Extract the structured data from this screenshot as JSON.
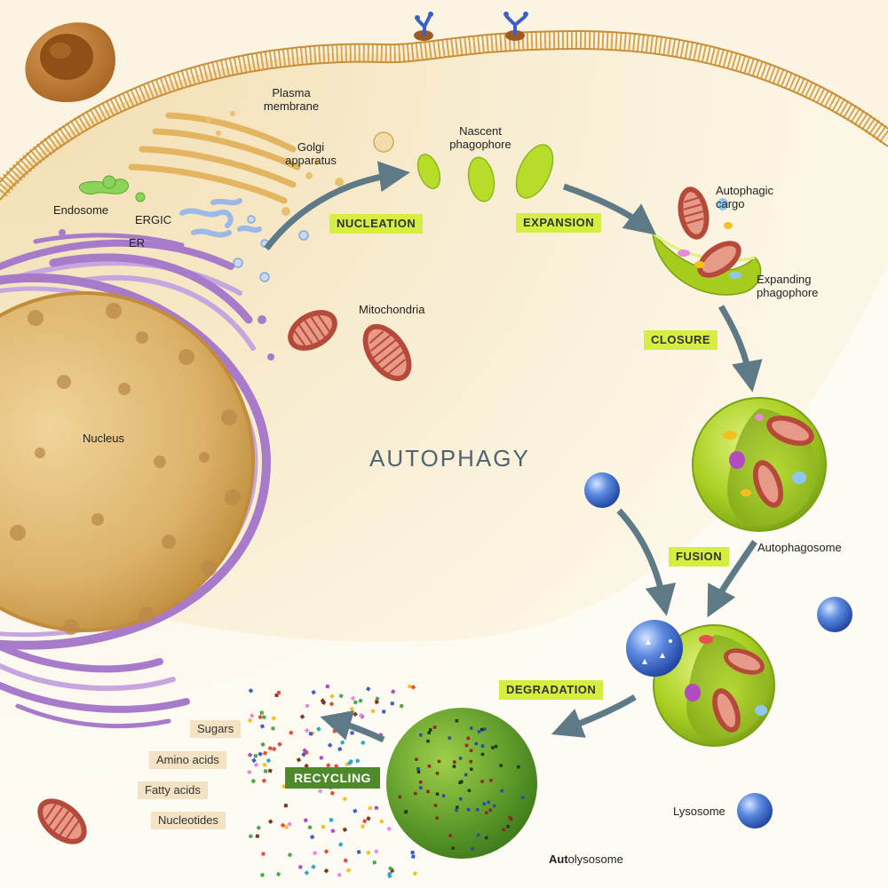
{
  "title": "AUTOPHAGY",
  "organelles": {
    "plasma_membrane": "Plasma\nmembrane",
    "golgi": "Golgi\napparatus",
    "endosome": "Endosome",
    "ergic": "ERGIC",
    "er": "ER",
    "nucleus": "Nucleus",
    "mitochondria": "Mitochondria",
    "lysosome": "Lysosome"
  },
  "structures": {
    "nascent_phagophore": "Nascent\nphagophore",
    "autophagic_cargo": "Autophagic\ncargo",
    "expanding_phagophore": "Expanding\nphagophore",
    "autophagosome": "Autophagosome",
    "autolysosome_bold": "Aut",
    "autolysosome_rest": "olysosome"
  },
  "steps": {
    "nucleation": "NUCLEATION",
    "expansion": "EXPANSION",
    "closure": "CLOSURE",
    "fusion": "FUSION",
    "degradation": "DEGRADATION",
    "recycling": "RECYCLING"
  },
  "products": [
    "Sugars",
    "Amino acids",
    "Fatty acids",
    "Nucleotides"
  ],
  "colors": {
    "cytoplasm": "#f6e9cc",
    "membrane": "#e0b060",
    "nucleus": "#e2b870",
    "er": "#a77bc9",
    "phagophore": "#b8dc2a",
    "autolysosome": "#5a9a28",
    "lysosome": "#2f63c4",
    "mitochondrion": "#b54a3a",
    "step_label": "#d6ee42",
    "arrow": "#5d7a86",
    "title": "#4d6473"
  }
}
